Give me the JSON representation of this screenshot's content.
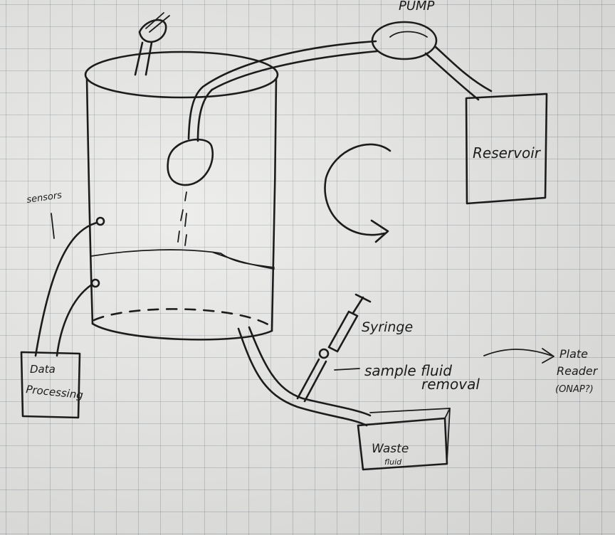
{
  "labels": {
    "pump": "PUMP",
    "reservoir": "Reservoir",
    "sensors": "sensors",
    "data_processing_line1": "Data",
    "data_processing_line2": "Processing",
    "syringe": "Syringe",
    "sample_line1": "sample fluid",
    "sample_line2": "removal",
    "plate_reader_line1": "Plate",
    "plate_reader_line2": "Reader",
    "plate_reader_line3": "(ONAP?)",
    "waste_line1": "Waste",
    "waste_line2": "fluid"
  }
}
